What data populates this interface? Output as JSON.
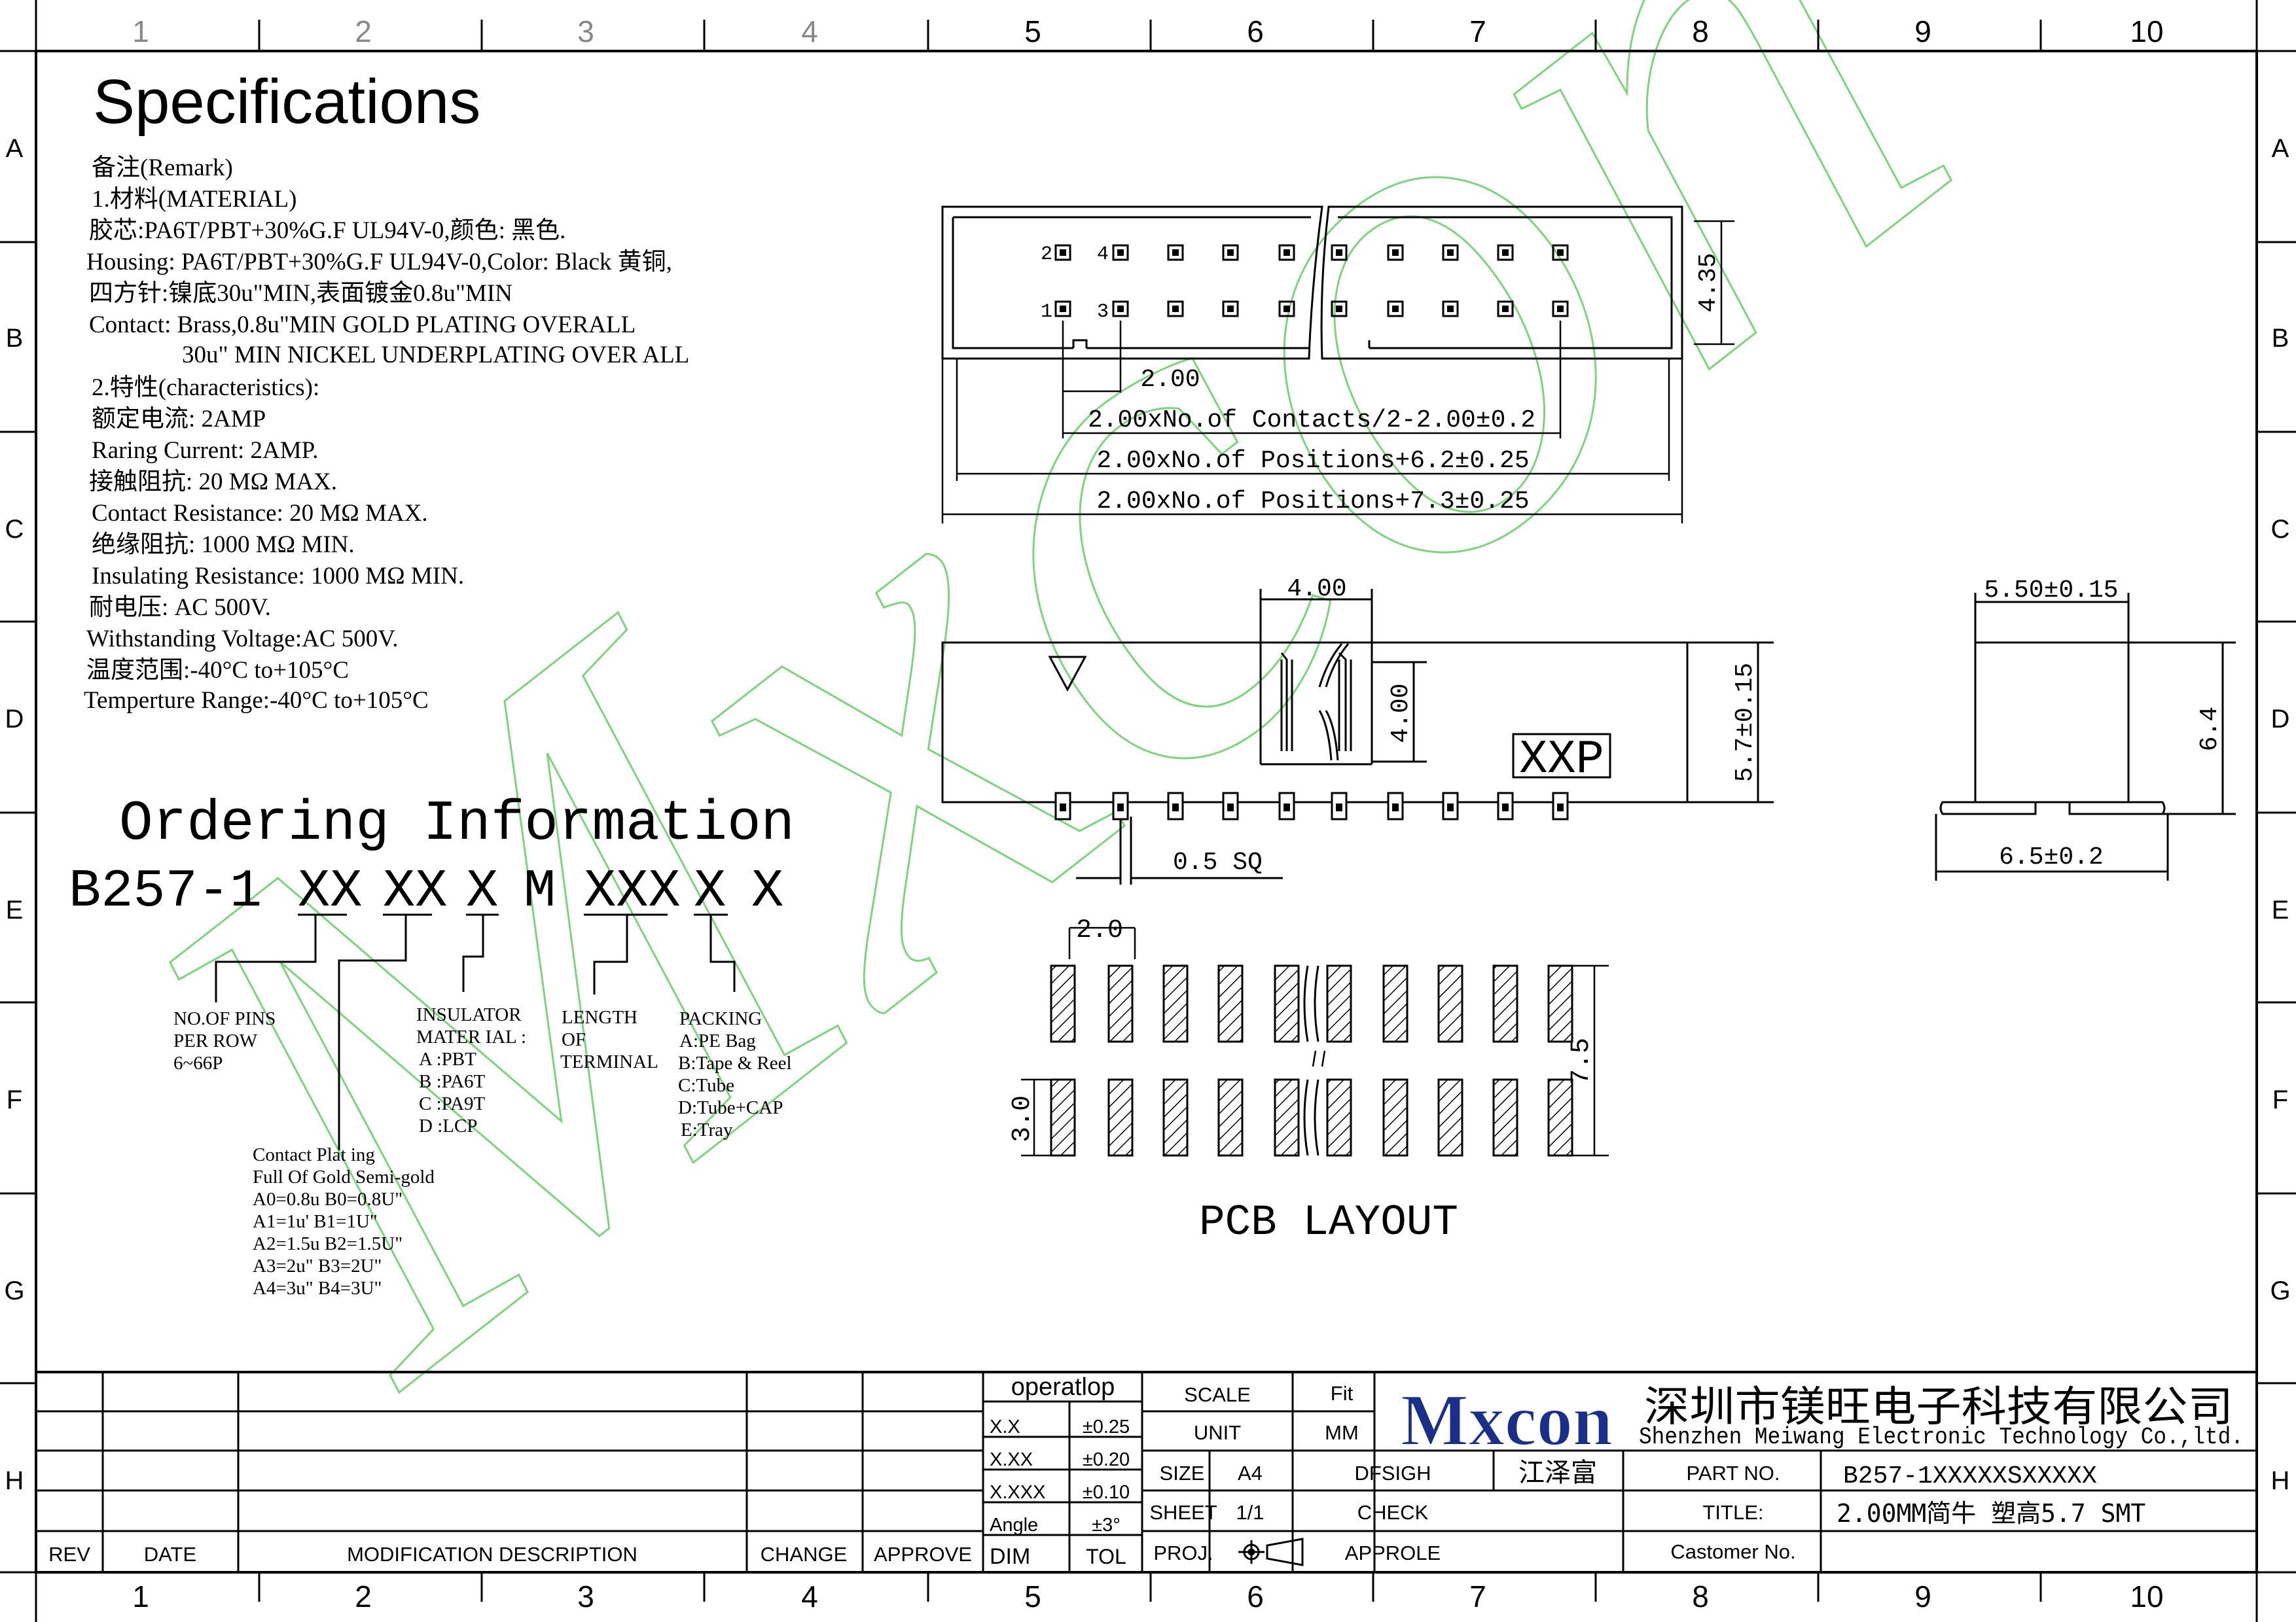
{
  "frame": {
    "columns": [
      "1",
      "2",
      "3",
      "4",
      "5",
      "6",
      "7",
      "8",
      "9",
      "10"
    ],
    "rows": [
      "A",
      "B",
      "C",
      "D",
      "E",
      "F",
      "G",
      "H"
    ]
  },
  "specs": {
    "title": "Specifications",
    "lines": [
      "备注(Remark)",
      "1.材料(MATERIAL)",
      "胶芯:PA6T/PBT+30%G.F UL94V-0,颜色: 黑色.",
      "Housing: PA6T/PBT+30%G.F UL94V-0,Color: Black 黄铜,",
      "四方针:镍底30u\"MIN,表面镀金0.8u\"MIN",
      "Contact: Brass,0.8u\"MIN GOLD PLATING OVERALL",
      "30u\" MIN NICKEL UNDERPLATING OVER ALL",
      "2.特性(characteristics):",
      "额定电流: 2AMP",
      "Raring Current: 2AMP.",
      "接触阻抗: 20 MΩ MAX.",
      "Contact Resistance: 20 MΩ MAX.",
      "绝缘阻抗: 1000 MΩ MIN.",
      "Insulating Resistance: 1000 MΩ MIN.",
      "耐电压: AC 500V.",
      "Withstanding Voltage:AC 500V.",
      "温度范围:-40°C to+105°C",
      "Temperture Range:-40°C to+105°C"
    ]
  },
  "ordering": {
    "title": "Ordering Information",
    "code": [
      "B257-1",
      "XX",
      "XX",
      "X",
      "M",
      "XXX",
      "X",
      "X"
    ],
    "pins": [
      "NO.OF PINS",
      "PER ROW",
      "6~66P"
    ],
    "insulator": [
      "INSULATOR",
      "MATER IAL :",
      "A :PBT",
      "B :PA6T",
      "C :PA9T",
      "D :LCP"
    ],
    "length": [
      "LENGTH",
      "OF",
      "TERMINAL"
    ],
    "packing": [
      "PACKING",
      "A:PE Bag",
      "B:Tape & Reel",
      "C:Tube",
      "D:Tube+CAP",
      "E:Tray"
    ],
    "plating": [
      "Contact Plat ing",
      "Full Of Gold Semi-gold",
      "A0=0.8u B0=0.8U\"",
      "A1=1u' B1=1U\"",
      "A2=1.5u B2=1.5U\"",
      "A3=2u\" B3=2U\"",
      "A4=3u\" B4=3U\""
    ]
  },
  "drawing": {
    "pin_labels": [
      "2",
      "4",
      "1",
      "3"
    ],
    "dims": {
      "pitch": "2.00",
      "contacts": "2.00xNo.of Contacts/2-2.00±0.2",
      "pos62": "2.00xNo.of Positions+6.2±0.25",
      "pos73": "2.00xNo.of Positions+7.3±0.25",
      "height435": "4.35",
      "w400": "4.00",
      "h400": "4.00",
      "h57": "5.7±0.15",
      "sq": "0.5  SQ",
      "marking": "XXP",
      "side_top": "5.50±0.15",
      "side_h": "6.4",
      "side_w": "6.5±0.2",
      "pcb_pitch": "2.0",
      "pcb_pad": "3.0",
      "pcb_span": "7.5"
    },
    "pcb_title": "PCB LAYOUT",
    "watermark": "Mxcon"
  },
  "titleblock": {
    "hist_headers": [
      "REV",
      "DATE",
      "MODIFICATION DESCRIPTION",
      "CHANGE",
      "APPROVE"
    ],
    "tol_title": "operatlop",
    "tol_rows": [
      [
        "X.X",
        "±0.25"
      ],
      [
        "X.XX",
        "±0.20"
      ],
      [
        "X.XXX",
        "±0.10"
      ],
      [
        "Angle",
        "±3°"
      ],
      [
        "DIM",
        "TOL"
      ]
    ],
    "scale_label": "SCALE",
    "scale_value": "Fit",
    "unit_label": "UNIT",
    "unit_value": "MM",
    "size_label": "SIZE",
    "size_value": "A4",
    "sheet_label": "SHEET",
    "sheet_value": "1/1",
    "proj_label": "PROJ.",
    "dfsigh": "DFSIGH",
    "designer": "江泽富",
    "check": "CHECK",
    "approle": "APPROLE",
    "logo": "Mxcon",
    "logo_color": "#1a2f8a",
    "company_cn": "深圳市镁旺电子科技有限公司",
    "company_en": "Shenzhen Meiwang Electronic Technology Co.,ltd.",
    "part_label": "PART NO.",
    "part_value": "B257-1XXXXXSXXXXX",
    "title_label": "TITLE:",
    "title_value": "2.00MM简牛 塑高5.7 SMT",
    "customer_label": "Castomer No."
  },
  "colors": {
    "line": "#000000",
    "watermark": "#7ed47e"
  }
}
